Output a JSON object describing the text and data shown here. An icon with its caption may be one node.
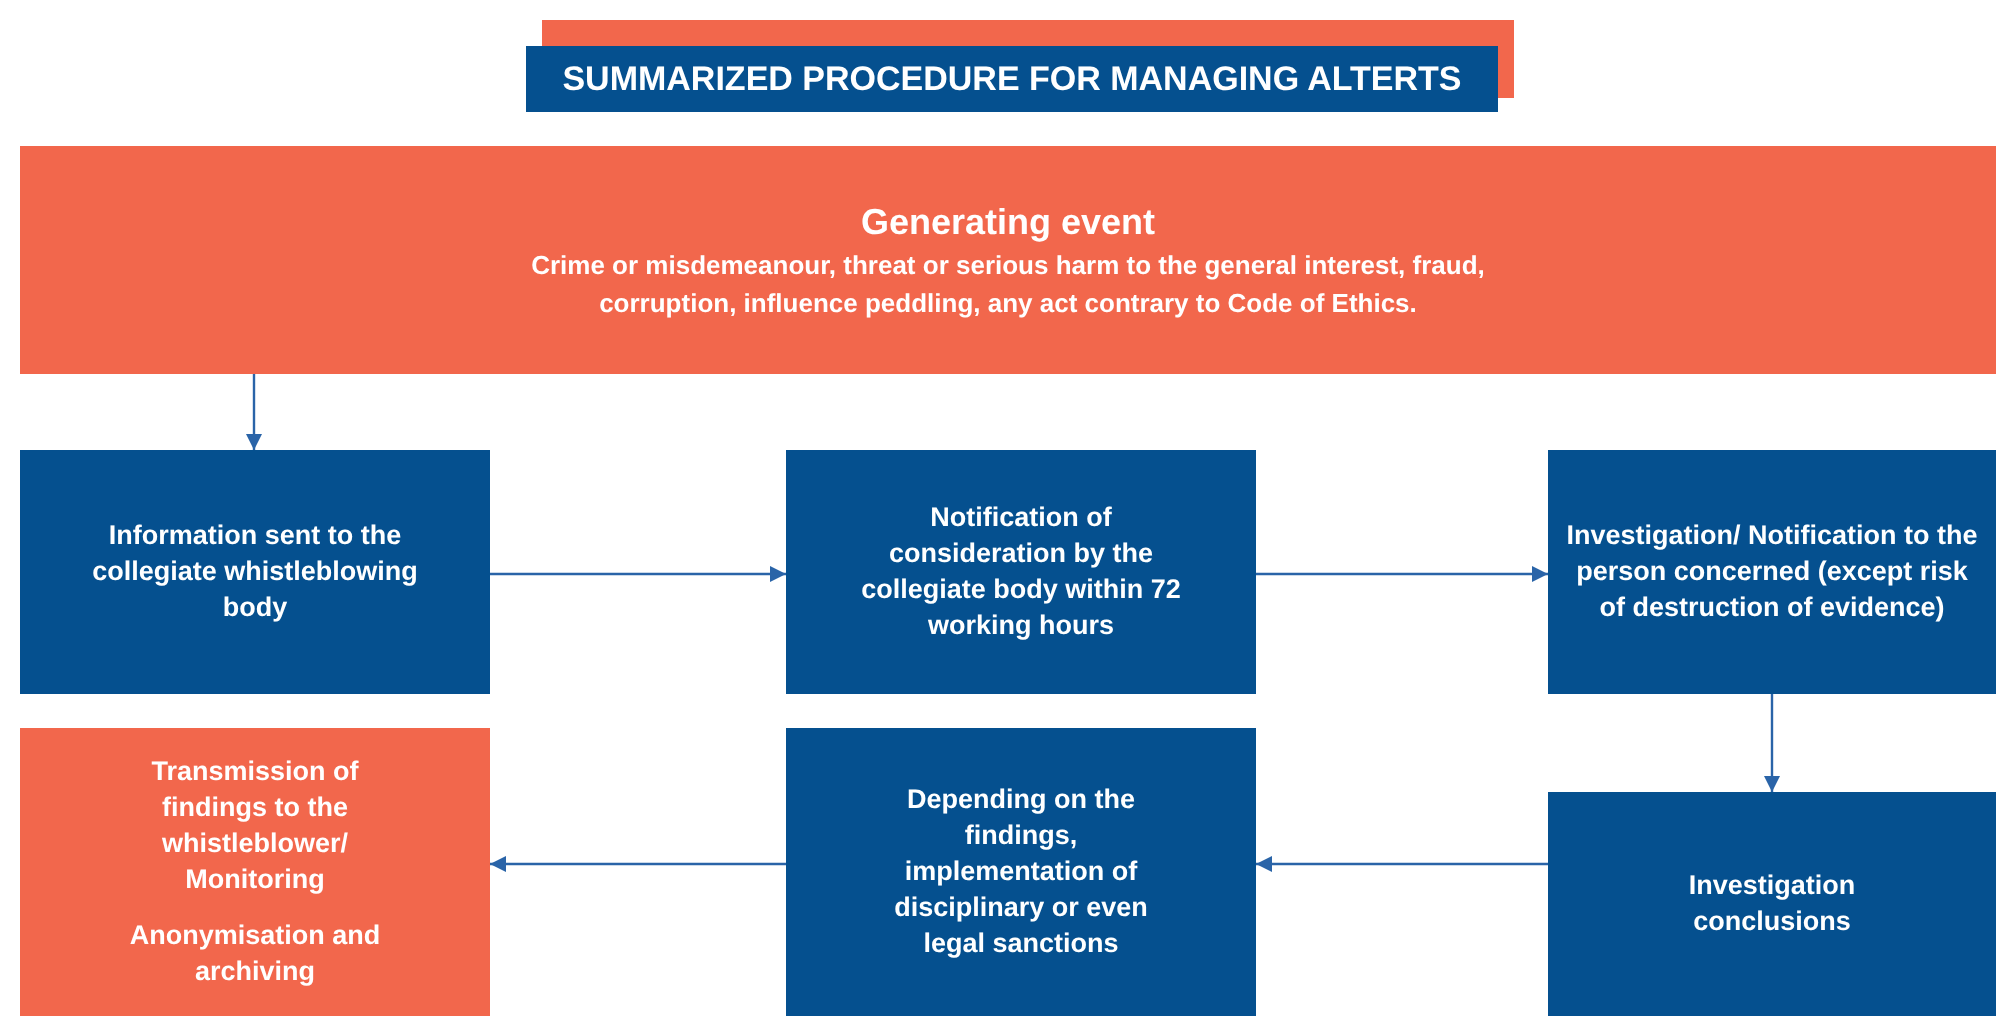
{
  "diagram": {
    "title": "SUMMARIZED PROCEDURE FOR MANAGING ALTERTS",
    "nodes": [
      {
        "text": [
          "Generating event",
          "Crime or misdemeanour, threat or serious harm to the general interest, fraud, corruption, influence peddling, any act contrary to Code of Ethics."
        ]
      },
      {
        "text": [
          "Information sent to the collegiate whistleblowing body"
        ]
      },
      {
        "text": [
          "Notification of consideration by the collegiate body within 72 working hours"
        ]
      },
      {
        "text": [
          "Investigation/ Notification to the person concerned (except risk of destruction of evidence)"
        ]
      },
      {
        "text": [
          "Transmission of findings to the whistleblower/ Monitoring",
          "Anonymisation and archiving"
        ]
      },
      {
        "text": [
          "Depending on the findings, implementation of disciplinary or even legal sanctions"
        ]
      },
      {
        "text": [
          "Investigation conclusions"
        ]
      }
    ],
    "edges": [
      {
        "from": 0,
        "to": 1,
        "arrow": "to"
      },
      {
        "from": 1,
        "to": 2,
        "arrow": "to"
      },
      {
        "from": 2,
        "to": 3,
        "arrow": "to"
      },
      {
        "from": 3,
        "to": 6,
        "arrow": "to"
      },
      {
        "from": 6,
        "to": 5,
        "arrow": "to"
      },
      {
        "from": 5,
        "to": 4,
        "arrow": "to"
      }
    ]
  }
}
